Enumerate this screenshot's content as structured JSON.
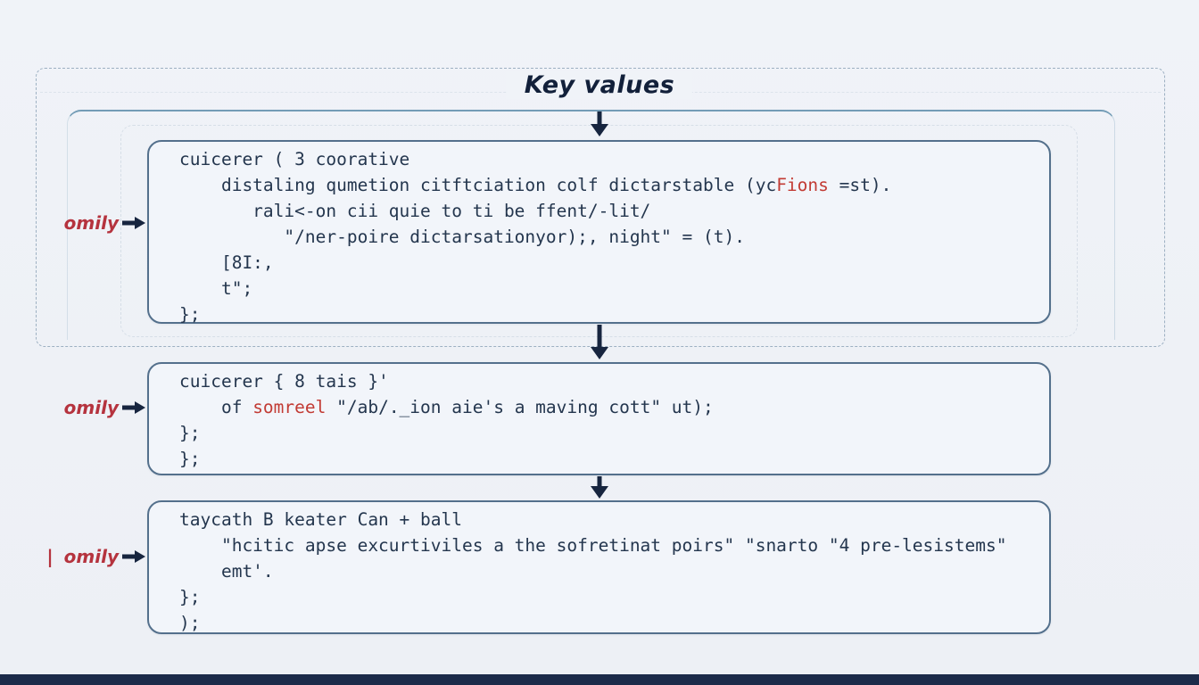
{
  "title": "Key values",
  "side_labels": [
    {
      "prefix": "",
      "text": "omily"
    },
    {
      "prefix": "",
      "text": "omily"
    },
    {
      "prefix": "|",
      "text": "omily"
    }
  ],
  "colors": {
    "background": "#eef1f6",
    "box_border": "#54708c",
    "outer_dashed_border": "#9db0c2",
    "arrow": "#17253f",
    "title_text": "#12203a",
    "code_text": "#24364e",
    "code_accent_red": "#c23b34",
    "label_red": "#b5333e",
    "bottom_bar": "#1c2b4a"
  },
  "code_blocks": [
    {
      "lines": [
        [
          {
            "t": "cuicerer ( 3 coorative"
          }
        ],
        [
          {
            "t": "    distaling qumetion citftciation colf dictarstable (yc"
          },
          {
            "t": "Fions",
            "red": true
          },
          {
            "t": " =st)."
          }
        ],
        [
          {
            "t": "       rali<-on cii quie to ti be ffent/-lit/"
          }
        ],
        [
          {
            "t": "          \"/ner-poire dictarsationyor);, night\" = (t)."
          }
        ],
        [
          {
            "t": "    [8I:,"
          }
        ],
        [
          {
            "t": "    t\";"
          }
        ],
        [
          {
            "t": "};"
          }
        ]
      ]
    },
    {
      "lines": [
        [
          {
            "t": "cuicerer { 8 tais }'"
          }
        ],
        [
          {
            "t": "    of "
          },
          {
            "t": "somreel",
            "red": true
          },
          {
            "t": " \"/ab/._ion aie's a maving cott\" ut);"
          }
        ],
        [
          {
            "t": "};"
          }
        ],
        [
          {
            "t": "};"
          }
        ]
      ]
    },
    {
      "lines": [
        [
          {
            "t": "taycath B keater Can + ball"
          }
        ],
        [
          {
            "t": "    \"hcitic apse excurtiviles a the sofretinat poirs\" \"snarto \"4 pre-lesistems\""
          }
        ],
        [
          {
            "t": "    emt'."
          }
        ],
        [
          {
            "t": "};"
          }
        ],
        [
          {
            "t": ");"
          }
        ]
      ]
    }
  ]
}
